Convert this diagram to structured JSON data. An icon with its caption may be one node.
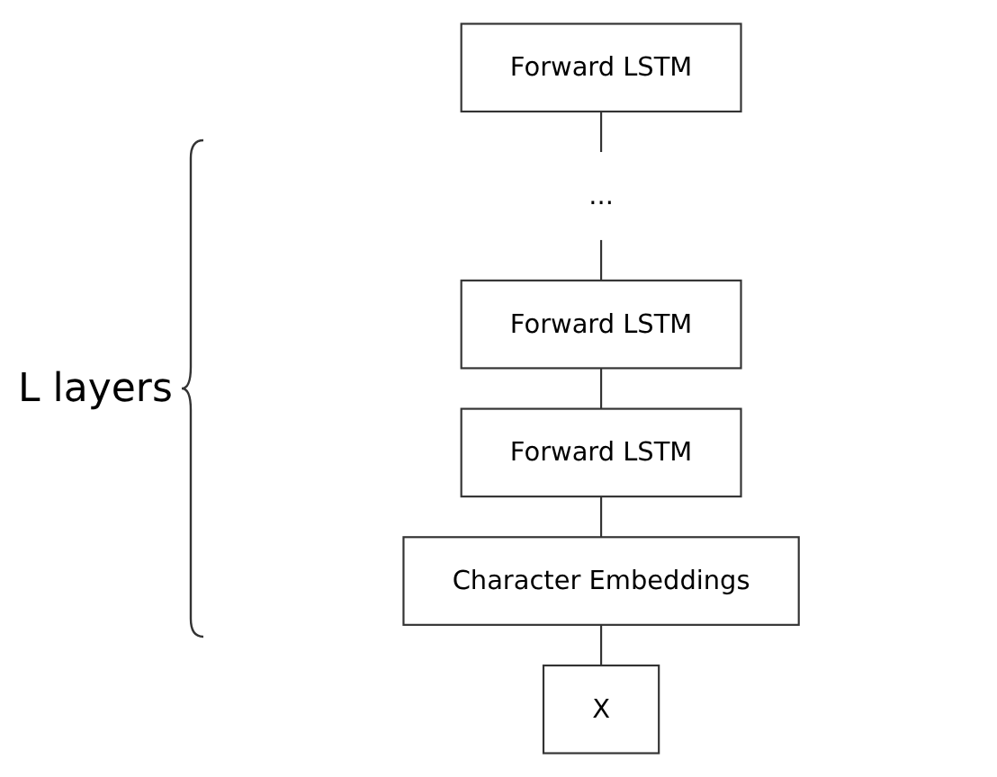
{
  "diagram": {
    "nodes": [
      {
        "text": [
          "Forward LSTM"
        ]
      },
      {
        "text": [
          "..."
        ]
      },
      {
        "text": [
          "Forward LSTM"
        ]
      },
      {
        "text": [
          "Forward LSTM"
        ]
      },
      {
        "text": [
          "Character Embeddings"
        ]
      },
      {
        "text": [
          "X"
        ]
      }
    ],
    "edges": [
      {
        "from": 0,
        "to": 1,
        "arrow": "none"
      },
      {
        "from": 1,
        "to": 2,
        "arrow": "none"
      },
      {
        "from": 2,
        "to": 3,
        "arrow": "none"
      },
      {
        "from": 3,
        "to": 4,
        "arrow": "none"
      },
      {
        "from": 4,
        "to": 5,
        "arrow": "none"
      }
    ],
    "labels": [
      "L layers"
    ]
  }
}
